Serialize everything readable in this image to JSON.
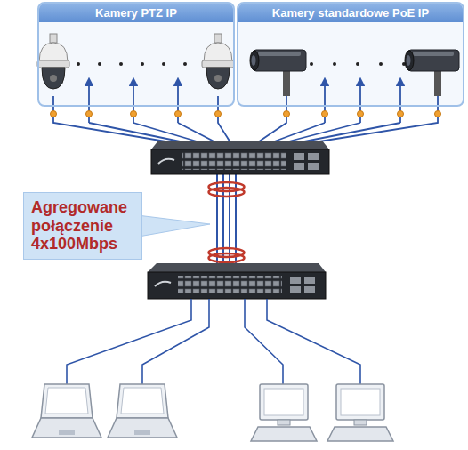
{
  "diagram": {
    "nodes": [
      {
        "text": [
          "Kamery PTZ IP"
        ]
      },
      {
        "text": [
          "Kamery standardowe PoE IP"
        ]
      },
      {
        "text": [
          "Agregowane połączenie 4x100Mbps"
        ]
      }
    ]
  }
}
